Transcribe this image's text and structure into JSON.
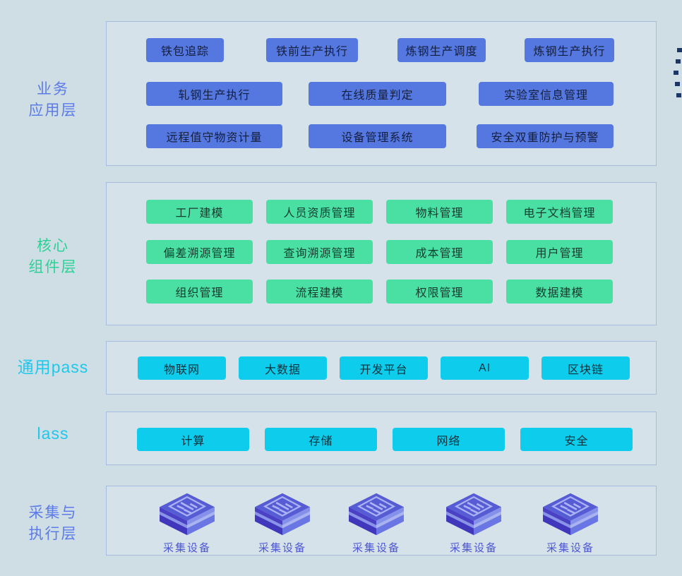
{
  "colors": {
    "background": "#cfdde5",
    "panel_border": "#a6bcdf",
    "blue_button": "#5577e0",
    "green_button": "#4adfa3",
    "cyan_button": "#0ecdec",
    "blue_label": "#5b7ce8",
    "green_label": "#2dd095",
    "cyan_label": "#1fc8ea",
    "device_label_color": "#4d57d5",
    "decor_square": "#1c3766"
  },
  "business_layer": {
    "label_line1": "业务",
    "label_line2": "应用层",
    "row1": [
      "铁包追踪",
      "铁前生产执行",
      "炼钢生产调度",
      "炼钢生产执行"
    ],
    "row2": [
      "轧钢生产执行",
      "在线质量判定",
      "实验室信息管理"
    ],
    "row3": [
      "远程值守物资计量",
      "设备管理系统",
      "安全双重防护与预警"
    ]
  },
  "core_layer": {
    "label_line1": "核心",
    "label_line2": "组件层",
    "row1": [
      "工厂建模",
      "人员资质管理",
      "物料管理",
      "电子文档管理"
    ],
    "row2": [
      "偏差溯源管理",
      "查询溯源管理",
      "成本管理",
      "用户管理"
    ],
    "row3": [
      "组织管理",
      "流程建模",
      "权限管理",
      "数据建模"
    ]
  },
  "paas_layer": {
    "label": "通用pass",
    "buttons": [
      "物联网",
      "大数据",
      "开发平台",
      "AI",
      "区块链"
    ]
  },
  "iaas_layer": {
    "label": "lass",
    "buttons": [
      "计算",
      "存储",
      "网络",
      "安全"
    ]
  },
  "edge_layer": {
    "label_line1": "采集与",
    "label_line2": "执行层",
    "devices": [
      "采集设备",
      "采集设备",
      "采集设备",
      "采集设备",
      "采集设备"
    ]
  }
}
